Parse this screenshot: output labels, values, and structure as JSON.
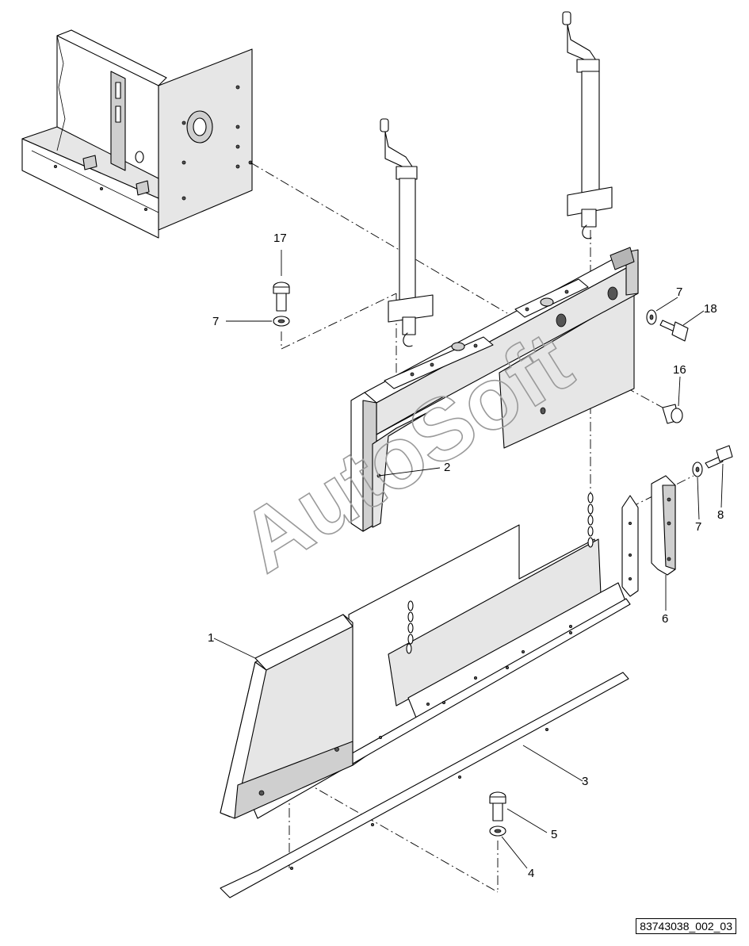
{
  "diagram": {
    "watermark": "AutoSoft",
    "callouts": {
      "c1": "1",
      "c2": "2",
      "c3": "3",
      "c4": "4",
      "c5": "5",
      "c6": "6",
      "c7a": "7",
      "c7b": "7",
      "c7c": "7",
      "c8": "8",
      "c16": "16",
      "c17": "17",
      "c18": "18"
    },
    "document_id": "83743038_002_03"
  }
}
